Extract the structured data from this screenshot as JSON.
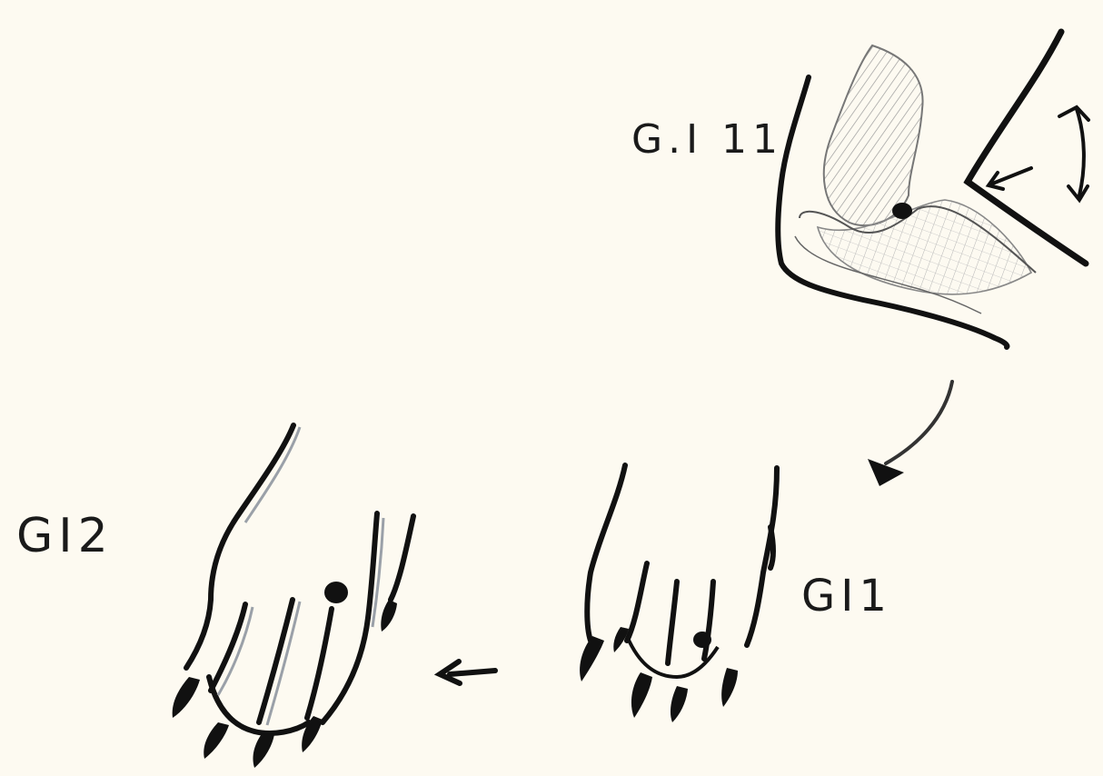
{
  "labels": {
    "gi11": "G.I 11",
    "gi2": "GI2",
    "gi1": "GI1"
  },
  "colors": {
    "paper": "#fdfaf1",
    "ink": "#111111",
    "pencil": "#8a8a8a"
  }
}
